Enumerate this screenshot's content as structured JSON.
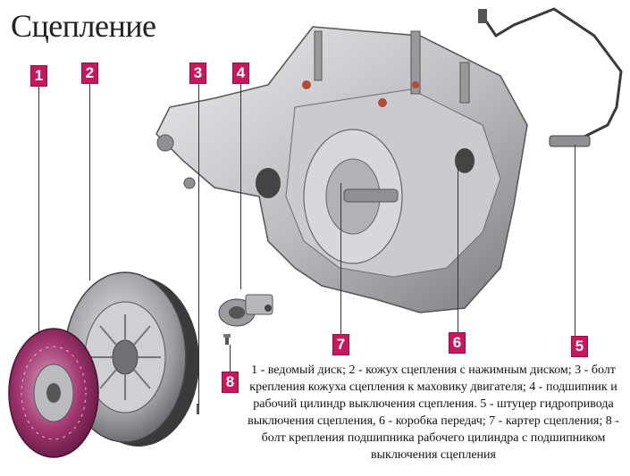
{
  "title": "Сцепление",
  "colors": {
    "marker": "#c8175d",
    "disc": "#a0336e",
    "metal": "#9a9ca0",
    "cable": "#3a3a3a"
  },
  "markers": [
    {
      "id": "1",
      "label": "1"
    },
    {
      "id": "2",
      "label": "2"
    },
    {
      "id": "3",
      "label": "3"
    },
    {
      "id": "4",
      "label": "4"
    },
    {
      "id": "5",
      "label": "5"
    },
    {
      "id": "6",
      "label": "6"
    },
    {
      "id": "7",
      "label": "7"
    },
    {
      "id": "8",
      "label": "8"
    }
  ],
  "caption": "1 - ведомый диск; 2 - кожух сцепления с нажимным диском; 3 - болт крепления кожуха сцепления к маховику двигателя; 4 - подшипник и рабочий цилиндр выключения сцепления. 5 - штуцер гидропривода выключения сцепления, 6 - коробка передач; 7 - картер сцепления; 8 - болт крепления подшипника рабочего цилиндра с подшипником выключения сцепления"
}
